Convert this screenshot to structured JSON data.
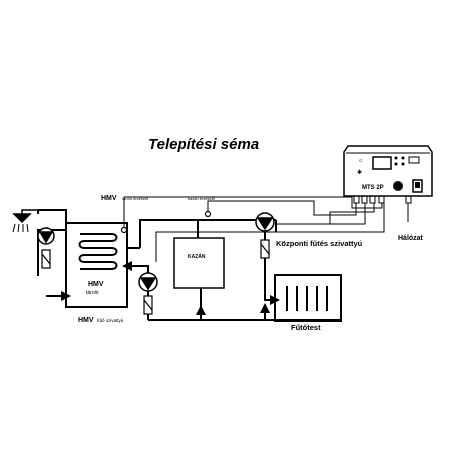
{
  "title": "Telepítési séma",
  "controller": {
    "model": "MTS 2P"
  },
  "labels": {
    "hmv_sensor_main": "HMV",
    "hmv_sensor_sub": "tároló érzékelő",
    "boiler_sensor": "kazán érzékelő",
    "central_pump": "Központi fűtés szivattyú",
    "network": "Hálózat",
    "boiler": "KAZÁN",
    "tank_main": "HMV",
    "tank_sub": "tároló",
    "hmv_pump_main": "HMV",
    "hmv_pump_sub": "fűtő szivattyú",
    "radiator": "Fűtőtest"
  }
}
